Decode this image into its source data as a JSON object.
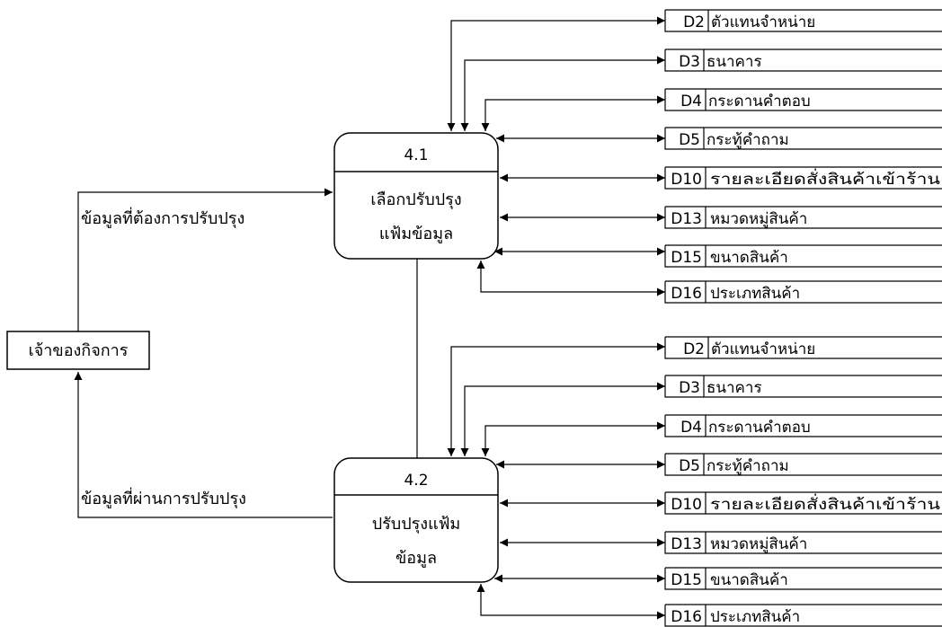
{
  "entity": {
    "label": "เจ้าของกิจการ"
  },
  "flows": {
    "in_label": "ข้อมูลที่ต้องการปรับปรุง",
    "out_label": "ข้อมูลที่ผ่านการปรับปรุง"
  },
  "processes": [
    {
      "id": "4.1",
      "lines": [
        "เลือกปรับปรุง",
        "แฟ้มข้อมูล"
      ]
    },
    {
      "id": "4.2",
      "lines": [
        "ปรับปรุงแฟ้ม",
        "ข้อมูล"
      ]
    }
  ],
  "datastores": [
    {
      "code": "D2",
      "name": "ตัวแทนจำหน่าย"
    },
    {
      "code": "D3",
      "name": "ธนาคาร"
    },
    {
      "code": "D4",
      "name": "กระดานคำตอบ"
    },
    {
      "code": "D5",
      "name": "กระทู้คำถาม"
    },
    {
      "code": "D10",
      "name": "รายละเอียดสั่งสินค้าเข้าร้าน"
    },
    {
      "code": "D13",
      "name": "หมวดหมู่สินค้า"
    },
    {
      "code": "D15",
      "name": "ขนาดสินค้า"
    },
    {
      "code": "D16",
      "name": "ประเภทสินค้า"
    }
  ]
}
